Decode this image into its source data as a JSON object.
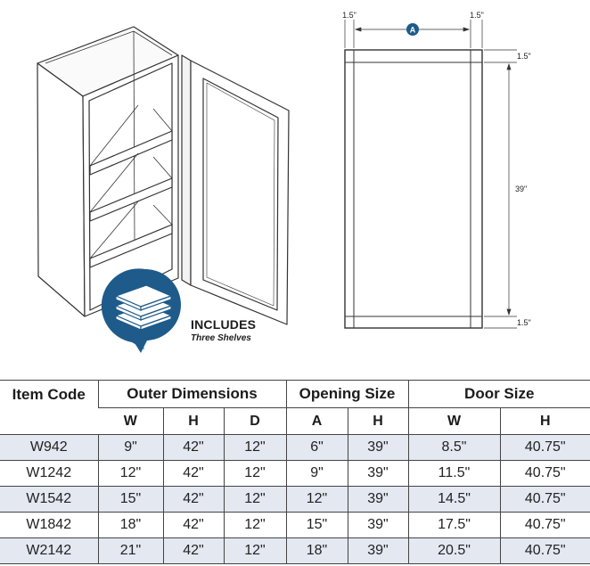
{
  "illustration": {
    "badge_title": "INCLUDES",
    "badge_subtitle": "Three Shelves",
    "badge_color": "#1e5b8a",
    "callout_letter": "A",
    "dims": {
      "left_stile": "1.5\"",
      "right_stile": "1.5\"",
      "top_rail": "1.5\"",
      "height": "39\"",
      "bottom_rail": "1.5\""
    }
  },
  "table": {
    "headers": {
      "item_code": "Item Code",
      "outer": "Outer Dimensions",
      "opening": "Opening Size",
      "door": "Door Size"
    },
    "subheaders": [
      "W",
      "H",
      "D",
      "A",
      "H",
      "W",
      "H"
    ],
    "rows": [
      [
        "W942",
        "9\"",
        "42\"",
        "12\"",
        "6\"",
        "39\"",
        "8.5\"",
        "40.75\""
      ],
      [
        "W1242",
        "12\"",
        "42\"",
        "12\"",
        "9\"",
        "39\"",
        "11.5\"",
        "40.75\""
      ],
      [
        "W1542",
        "15\"",
        "42\"",
        "12\"",
        "12\"",
        "39\"",
        "14.5\"",
        "40.75\""
      ],
      [
        "W1842",
        "18\"",
        "42\"",
        "12\"",
        "15\"",
        "39\"",
        "17.5\"",
        "40.75\""
      ],
      [
        "W2142",
        "21\"",
        "42\"",
        "12\"",
        "18\"",
        "39\"",
        "20.5\"",
        "40.75\""
      ]
    ],
    "shade_color": "#e3e8f1"
  }
}
